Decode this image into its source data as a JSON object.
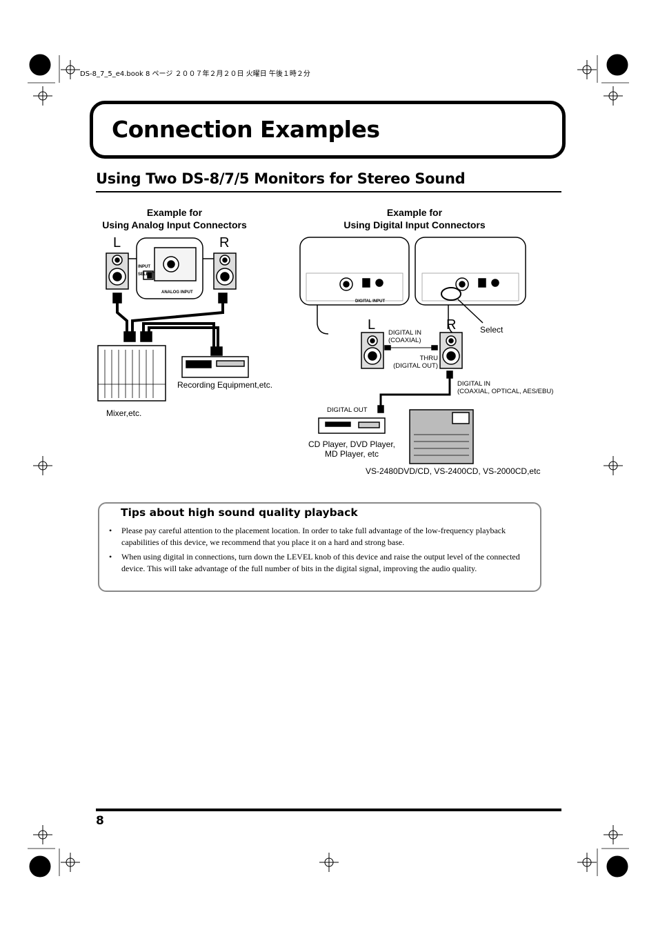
{
  "header": {
    "file_info": "DS-8_7_5_e4.book  8 ページ  ２００７年２月２０日  火曜日  午後１時２分"
  },
  "page_title": "Connection Examples",
  "section_title": "Using Two DS-8/7/5 Monitors for Stereo Sound",
  "analog": {
    "heading_line1": "Example for",
    "heading_line2": "Using Analog Input Connectors",
    "left_label": "L",
    "right_label": "R",
    "panel_input_select": "INPUT SELECT",
    "panel_analog_input": "ANALOG INPUT",
    "recording_label": "Recording Equipment,etc.",
    "mixer_label": "Mixer,etc."
  },
  "digital": {
    "heading_line1": "Example for",
    "heading_line2": "Using Digital Input Connectors",
    "left_label": "L",
    "right_label": "R",
    "panel_digital_input": "DIGITAL INPUT",
    "select_label": "Select",
    "digital_in_coaxial_1": "DIGITAL IN",
    "digital_in_coaxial_2": "(COAXIAL)",
    "thru_1": "THRU",
    "thru_2": "(DIGITAL OUT)",
    "digital_in_all_1": "DIGITAL IN",
    "digital_in_all_2": "(COAXIAL, OPTICAL, AES/EBU)",
    "digital_out": "DIGITAL OUT",
    "cd_label_1": "CD Player, DVD Player,",
    "cd_label_2": "MD Player, etc",
    "vs_label": "VS-2480DVD/CD, VS-2400CD, VS-2000CD,etc"
  },
  "tips": {
    "title": "Tips about high sound quality playback",
    "items": [
      "Please pay careful attention to the placement location. In order to take full advantage of the low-frequency playback capabilities of this device, we recommend that you place it on a hard and strong base.",
      "When using digital in connections, turn down the LEVEL knob of this device and raise the output level of the connected device. This will take advantage of the full number of bits in the digital signal, improving the audio quality."
    ]
  },
  "page_number": "8"
}
